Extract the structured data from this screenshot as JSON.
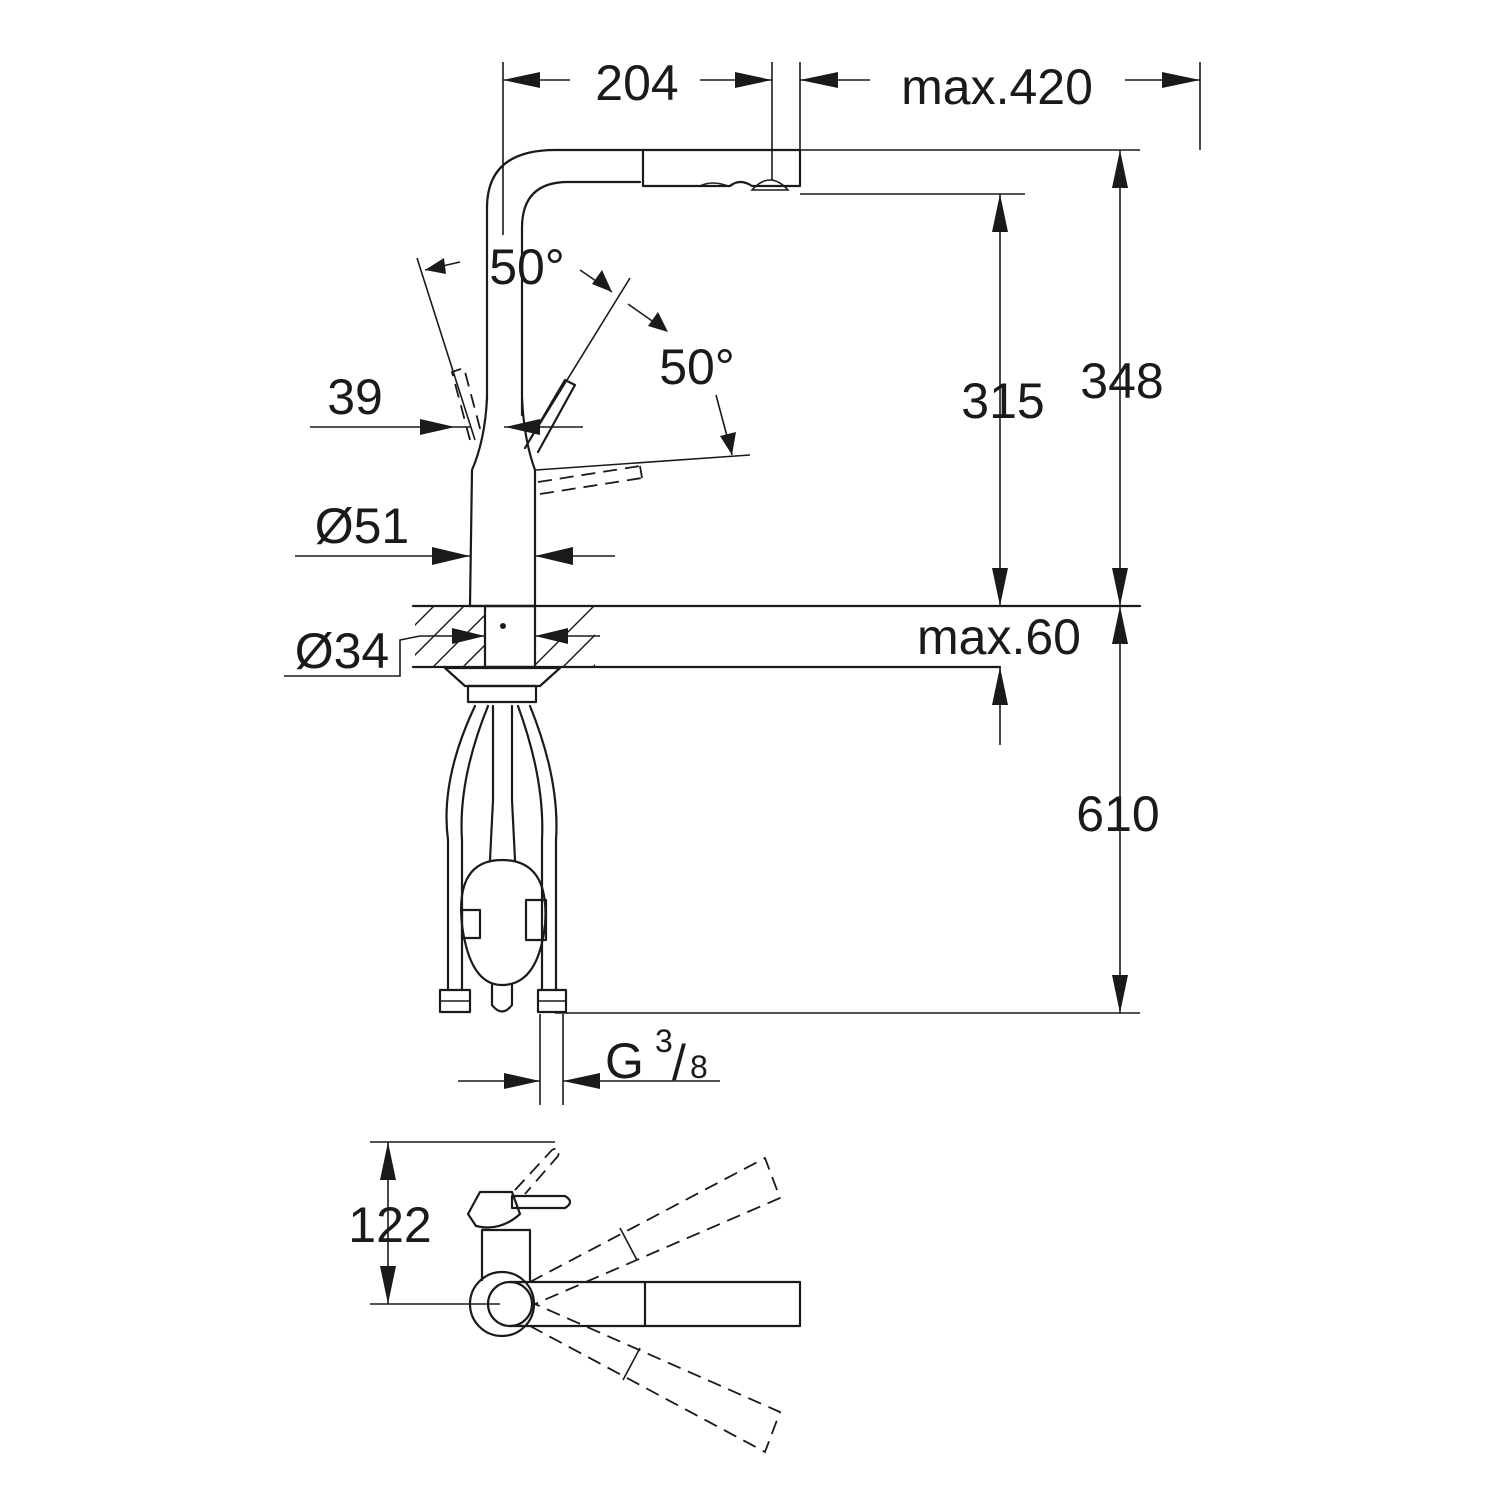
{
  "dimensions": {
    "spout_offset": "204",
    "pullout_reach": "max.420",
    "angle_left": "50°",
    "angle_right": "50°",
    "lever_offset": "39",
    "body_diameter": "Ø51",
    "hole_diameter": "Ø34",
    "deck_thickness": "max.60",
    "outlet_height": "315",
    "total_height": "348",
    "below_deck_length": "610",
    "thread_prefix": "G",
    "thread_num": "3",
    "thread_den": "8",
    "top_view_depth": "122"
  }
}
